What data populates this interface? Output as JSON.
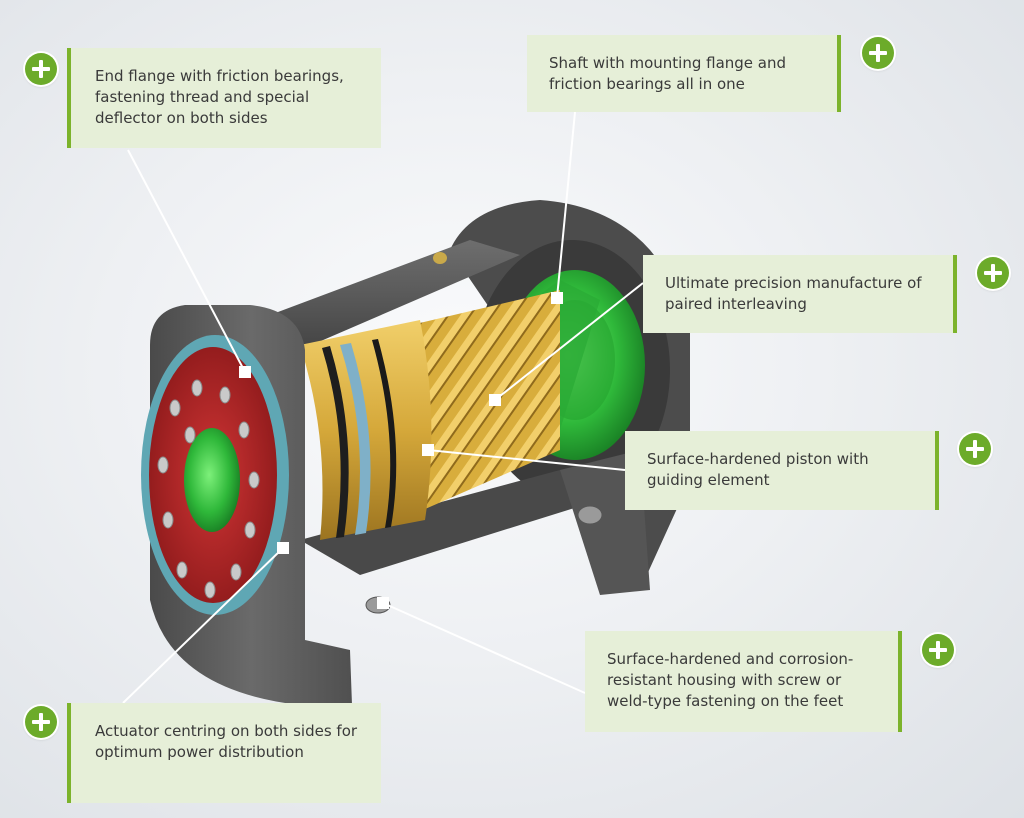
{
  "callouts": [
    {
      "id": "end-flange",
      "text": "End flange with friction bearings, fastening thread and special deflector on both sides"
    },
    {
      "id": "shaft",
      "text": "Shaft with mounting flange and friction bearings all in one"
    },
    {
      "id": "interleaving",
      "text": "Ultimate precision manufacture of paired interleaving"
    },
    {
      "id": "piston",
      "text": "Surface-hardened piston with guiding element"
    },
    {
      "id": "housing",
      "text": "Surface-hardened and corrosion-resistant housing with screw or weld-type fastening on the feet"
    },
    {
      "id": "centring",
      "text": "Actuator centring on both sides for optimum power distribution"
    }
  ],
  "colors": {
    "accent": "#7cb32b",
    "callout_bg": "#e6efd8",
    "housing": "#5b5b5b",
    "flange_red": "#b72a2b",
    "shaft_green": "#35c040",
    "piston_gold": "#d8ad3c",
    "seal_blue": "#7fb0c8"
  },
  "icons": [
    "plus-circle-icon"
  ]
}
